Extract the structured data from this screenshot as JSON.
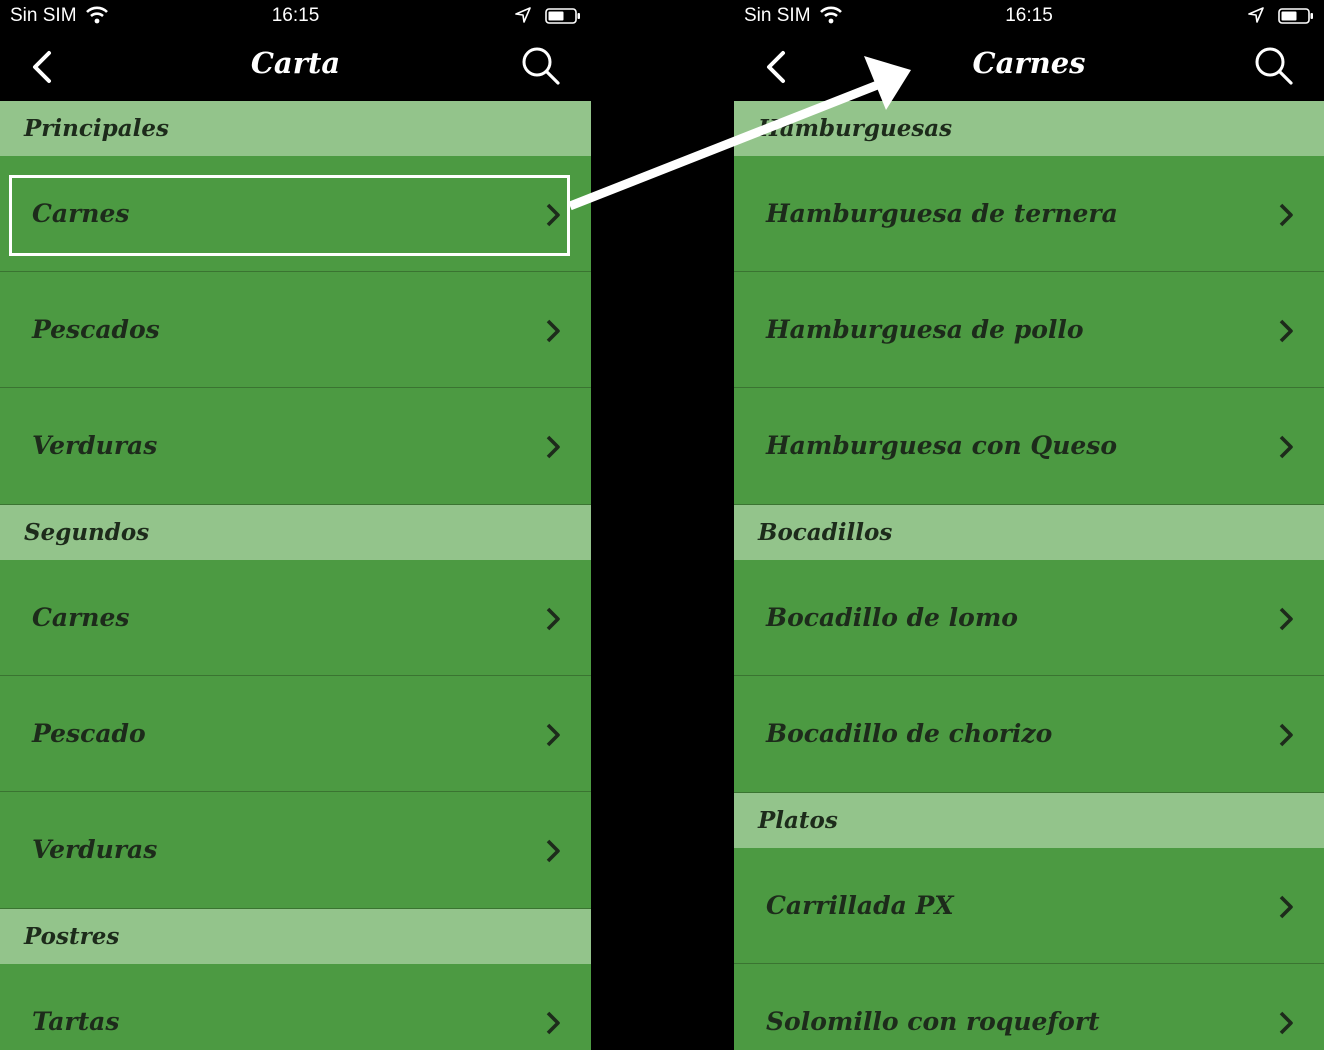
{
  "left": {
    "status": {
      "carrier": "Sin SIM",
      "time": "16:15"
    },
    "title": "Carta",
    "sections": [
      {
        "header": "Principales",
        "items": [
          "Carnes",
          "Pescados",
          "Verduras"
        ]
      },
      {
        "header": "Segundos",
        "items": [
          "Carnes",
          "Pescado",
          "Verduras"
        ]
      },
      {
        "header": "Postres",
        "items": [
          "Tartas"
        ]
      }
    ]
  },
  "right": {
    "status": {
      "carrier": "Sin SIM",
      "time": "16:15"
    },
    "title": "Carnes",
    "sections": [
      {
        "header": "Hamburguesas",
        "items": [
          "Hamburguesa de ternera",
          "Hamburguesa de pollo",
          "Hamburguesa con Queso"
        ]
      },
      {
        "header": "Bocadillos",
        "items": [
          "Bocadillo de lomo",
          "Bocadillo de chorizo"
        ]
      },
      {
        "header": "Platos",
        "items": [
          "Carrillada PX",
          "Solomillo con roquefort"
        ]
      }
    ]
  },
  "colors": {
    "section_header_bg": "#93c48b",
    "row_bg": "#4c9a42",
    "text": "#1d2b1b",
    "bar_bg": "#000000",
    "annotation": "#ffffff"
  },
  "icons": [
    "wifi-icon",
    "location-arrow-icon",
    "battery-icon",
    "back-chevron-icon",
    "search-icon",
    "chevron-right-icon",
    "annotation-arrow-icon"
  ]
}
